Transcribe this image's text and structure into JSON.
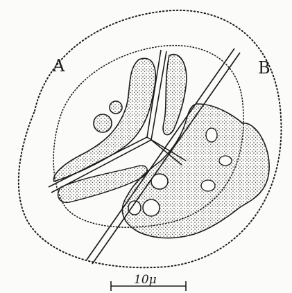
{
  "figure": {
    "labels": {
      "region_a": "A",
      "region_b": "B"
    },
    "scale_bar": {
      "label": "10μ"
    },
    "colors": {
      "ink": "#1a1a1a",
      "paper": "#fbfbf9",
      "stipple": "#2a2a2a"
    }
  }
}
